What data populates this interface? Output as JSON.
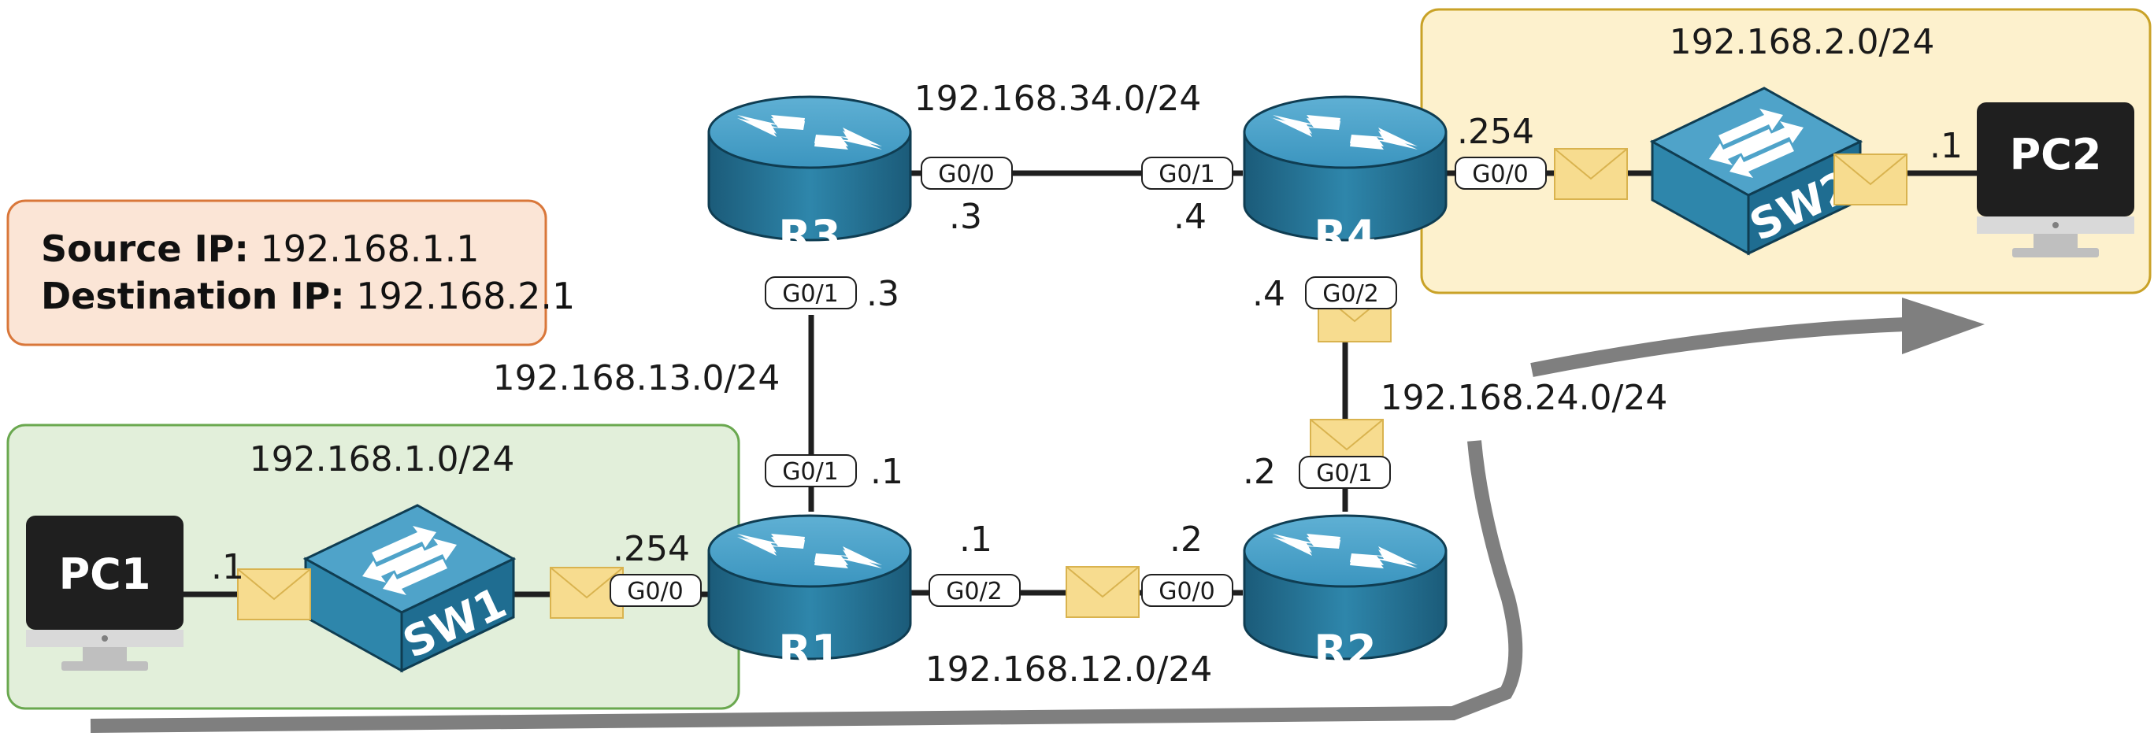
{
  "info": {
    "source_label": "Source IP:",
    "source_value": " 192.168.1.1",
    "dest_label": "Destination IP:",
    "dest_value": " 192.168.2.1"
  },
  "subnets": {
    "lan1": "192.168.1.0/24",
    "lan2": "192.168.2.0/24",
    "r3r4": "192.168.34.0/24",
    "r1r3": "192.168.13.0/24",
    "r2r4": "192.168.24.0/24",
    "r1r2": "192.168.12.0/24"
  },
  "devices": {
    "pc1": "PC1",
    "pc2": "PC2",
    "sw1": "SW1",
    "sw2": "SW2",
    "r1": "R1",
    "r2": "R2",
    "r3": "R3",
    "r4": "R4"
  },
  "interfaces": {
    "r1_g00": "G0/0",
    "r1_g01": "G0/1",
    "r1_g02": "G0/2",
    "r2_g00": "G0/0",
    "r2_g01": "G0/1",
    "r3_g00": "G0/0",
    "r3_g01": "G0/1",
    "r4_g00": "G0/0",
    "r4_g01": "G0/1",
    "r4_g02": "G0/2"
  },
  "host_ids": {
    "pc1": ".1",
    "r1_lan": ".254",
    "r1_r3": ".1",
    "r1_r2": ".1",
    "r2_r1": ".2",
    "r2_r4": ".2",
    "r3_r4": ".3",
    "r3_r1": ".3",
    "r4_r3": ".4",
    "r4_r2": ".4",
    "r4_lan": ".254",
    "pc2": ".1"
  },
  "colors": {
    "lan1_fill": "#e2efda",
    "lan1_border": "#6aa84f",
    "lan2_fill": "#fdf1cd",
    "lan2_border": "#c9a227",
    "info_fill": "#fbe5d6",
    "info_border": "#d9773a",
    "device_blue": "#2e86ab",
    "packet": "#f7dc8f",
    "path_arrow": "#7f7f7f"
  }
}
